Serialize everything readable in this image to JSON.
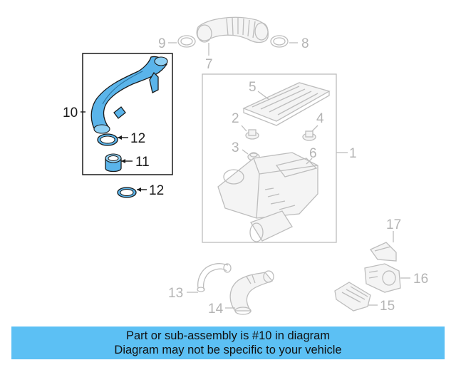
{
  "callouts": {
    "c1": "1",
    "c2": "2",
    "c3": "3",
    "c4": "4",
    "c5": "5",
    "c6": "6",
    "c7": "7",
    "c8": "8",
    "c9": "9",
    "c10": "10",
    "c11": "11",
    "c12a": "12",
    "c12b": "12",
    "c13": "13",
    "c14": "14",
    "c15": "15",
    "c16": "16",
    "c17": "17"
  },
  "banner": {
    "line1": "Part or sub-assembly is #10 in diagram",
    "line2": "Diagram may not be specific to your vehicle"
  },
  "colors": {
    "highlight": "#5ab4ea",
    "banner": "#5cc0f4",
    "inactive": "#bdbdbd"
  }
}
